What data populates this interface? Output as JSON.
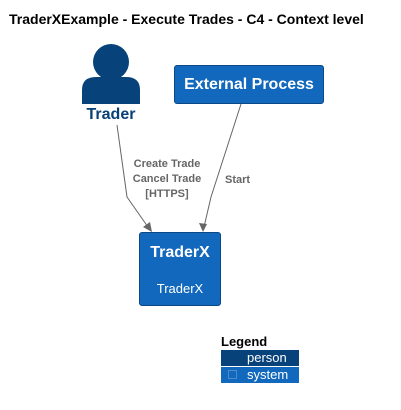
{
  "title": "TraderXExample - Execute Trades - C4 - Context level",
  "nodes": {
    "trader": {
      "label": "Trader",
      "kind": "person",
      "icon": "person-icon"
    },
    "external_process": {
      "label": "External Process",
      "kind": "system"
    },
    "traderx": {
      "label": "TraderX",
      "description": "TraderX",
      "kind": "system"
    }
  },
  "relationships": [
    {
      "from": "trader",
      "to": "traderx",
      "lines": [
        "Create Trade",
        "Cancel Trade",
        "[HTTPS]"
      ]
    },
    {
      "from": "external_process",
      "to": "traderx",
      "lines": [
        "Start"
      ]
    }
  ],
  "legend": {
    "title": "Legend",
    "items": [
      {
        "label": "person",
        "color": "#08427b"
      },
      {
        "label": "system",
        "color": "#1168bd"
      }
    ]
  },
  "colors": {
    "person": "#08427b",
    "system": "#1168bd",
    "edge": "#666666",
    "trader_label": "#083f75"
  }
}
